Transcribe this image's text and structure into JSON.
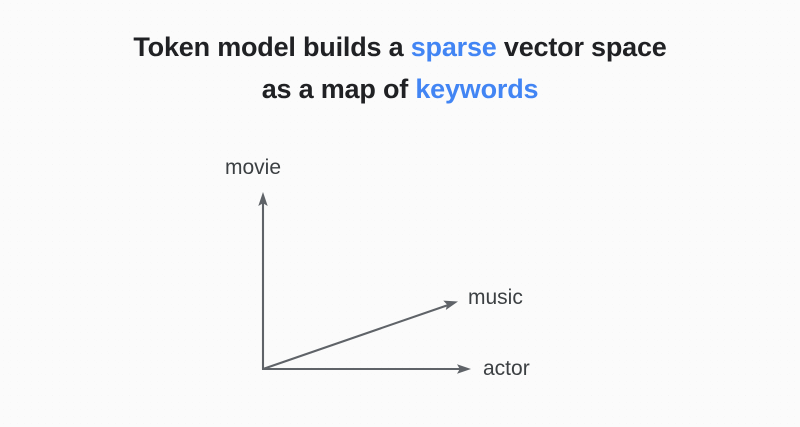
{
  "slide": {
    "background_color": "#fbfbfb",
    "text_color": "#202124",
    "accent_color": "#4285f4",
    "line_color": "#5f6368"
  },
  "title": {
    "line1": {
      "part1": "Token model builds a ",
      "highlight": "sparse",
      "part2": " vector space"
    },
    "line2": {
      "part1": "as a map of ",
      "highlight": "keywords"
    }
  },
  "chart_data": {
    "type": "scatter",
    "title": "Token model builds a sparse vector space as a map of keywords",
    "xlabel": "actor",
    "ylabel": "movie",
    "grid": false,
    "legend": null,
    "axes": [
      {
        "name": "movie",
        "direction": "vertical",
        "from": [
          263,
          369
        ],
        "to": [
          263,
          193
        ]
      },
      {
        "name": "actor",
        "direction": "horizontal",
        "from": [
          263,
          369
        ],
        "to": [
          470,
          369
        ]
      }
    ],
    "vectors": [
      {
        "name": "music",
        "from": [
          263,
          369
        ],
        "to": [
          458,
          301
        ]
      }
    ],
    "annotations": [
      "movie",
      "music",
      "actor"
    ]
  },
  "diagram": {
    "labels": {
      "y_axis": "movie",
      "x_axis": "actor",
      "vector": "music"
    }
  }
}
